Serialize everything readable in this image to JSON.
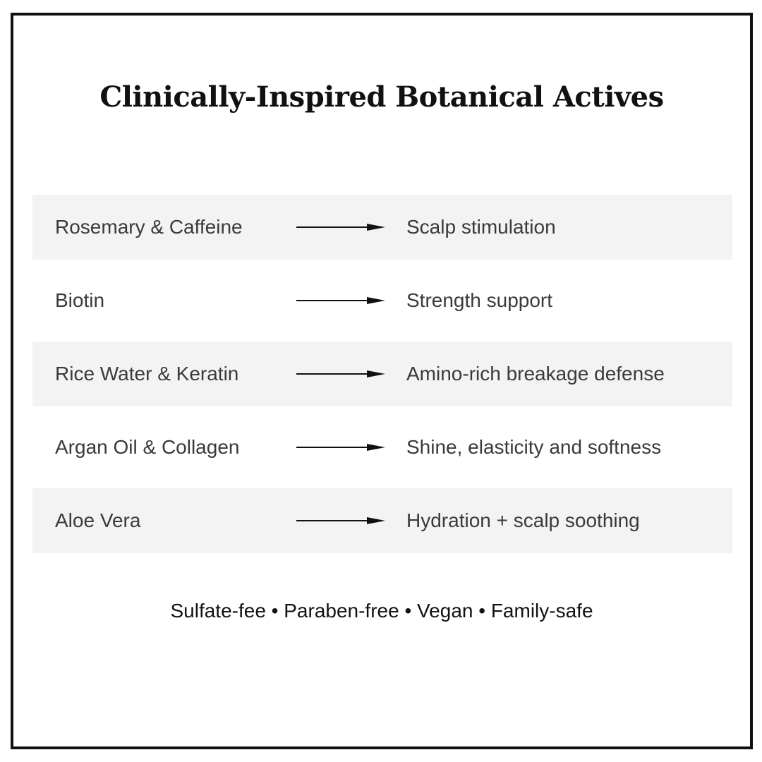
{
  "title": "Clinically-Inspired Botanical Actives",
  "rows": [
    {
      "ingredient": "Rosemary & Caffeine",
      "benefit": "Scalp stimulation"
    },
    {
      "ingredient": "Biotin",
      "benefit": "Strength support"
    },
    {
      "ingredient": "Rice Water & Keratin",
      "benefit": "Amino-rich breakage defense"
    },
    {
      "ingredient": "Argan Oil & Collagen",
      "benefit": "Shine, elasticity and softness"
    },
    {
      "ingredient": "Aloe Vera",
      "benefit": "Hydration + scalp soothing"
    }
  ],
  "footer": "Sulfate-fee • Paraben-free • Vegan • Family-safe",
  "icons": {
    "arrow": "arrow-right-icon"
  },
  "colors": {
    "border": "#111111",
    "row_shade": "#f3f3f3",
    "text": "#3a3a3a"
  }
}
